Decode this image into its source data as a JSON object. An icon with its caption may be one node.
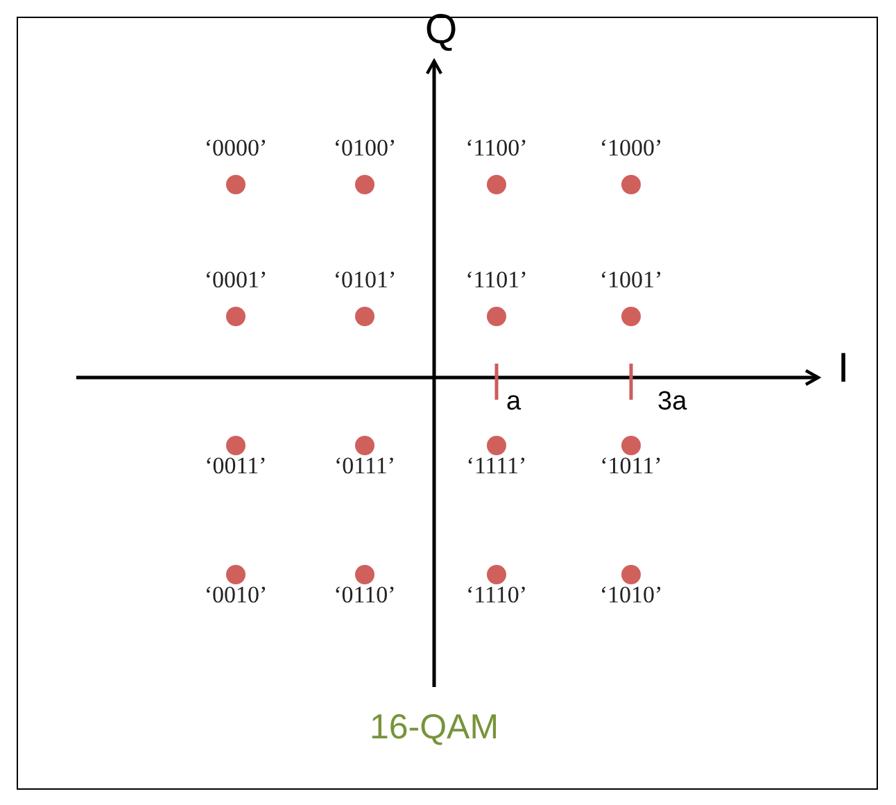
{
  "diagram": {
    "caption": "16-QAM",
    "labels": [
      "Q",
      "‘0000’",
      "‘0100’",
      "‘1100’",
      "‘1000’",
      "‘0001’",
      "‘0101’",
      "‘1101’",
      "‘1001’",
      "I",
      "a",
      "3a",
      "‘0011’",
      "‘0111’",
      "‘1111’",
      "‘1011’",
      "‘0010’",
      "‘0110’",
      "‘1110’",
      "‘1010’"
    ]
  }
}
